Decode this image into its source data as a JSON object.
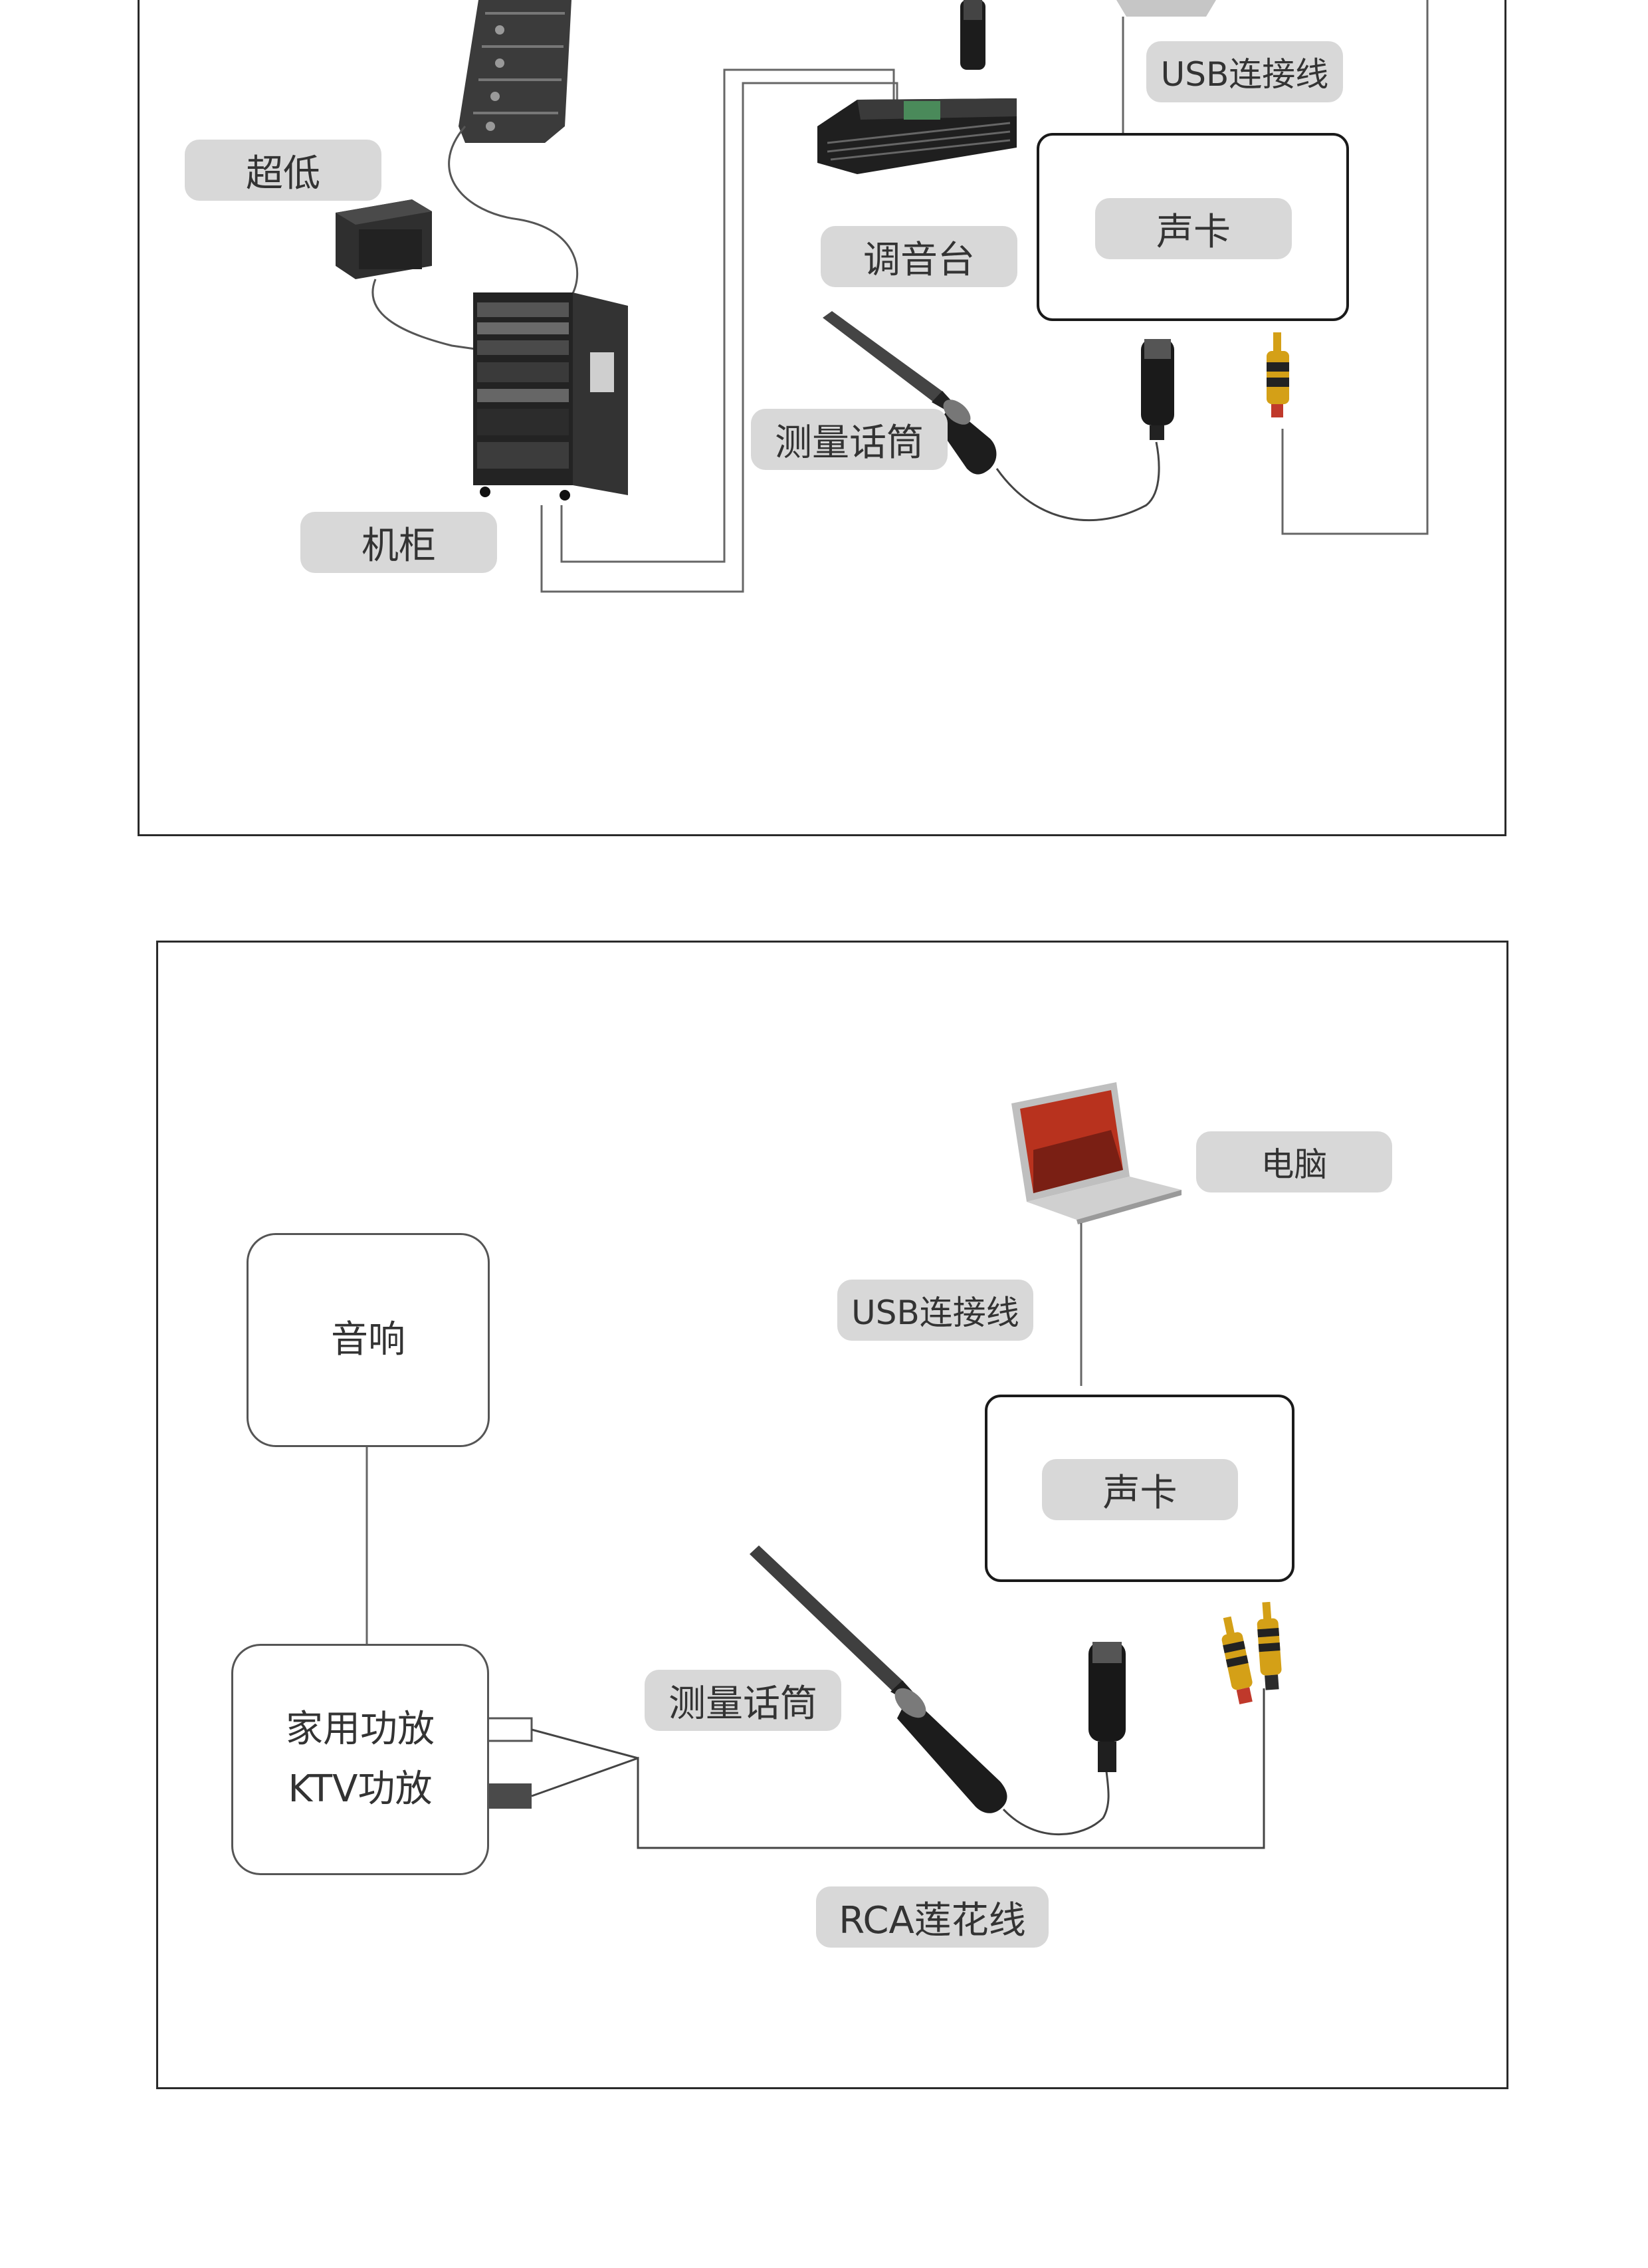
{
  "diagram_1": {
    "labels": {
      "subwoofer": "超低",
      "rack": "机柜",
      "mixer": "调音台",
      "measurement_mic": "测量话筒",
      "usb_cable": "USB连接线",
      "sound_card": "声卡"
    }
  },
  "diagram_2": {
    "labels": {
      "computer": "电脑",
      "usb_cable": "USB连接线",
      "speaker": "音响",
      "sound_card": "声卡",
      "measurement_mic": "测量话筒",
      "amp_line1": "家用功放",
      "amp_line2": "KTV功放",
      "rca_cable": "RCA莲花线"
    }
  },
  "colors": {
    "pill_bg": "#d8d8d8",
    "border": "#2a2a2a",
    "wire": "#666666",
    "rca_gold": "#d4a017",
    "rca_red": "#c0392b"
  }
}
